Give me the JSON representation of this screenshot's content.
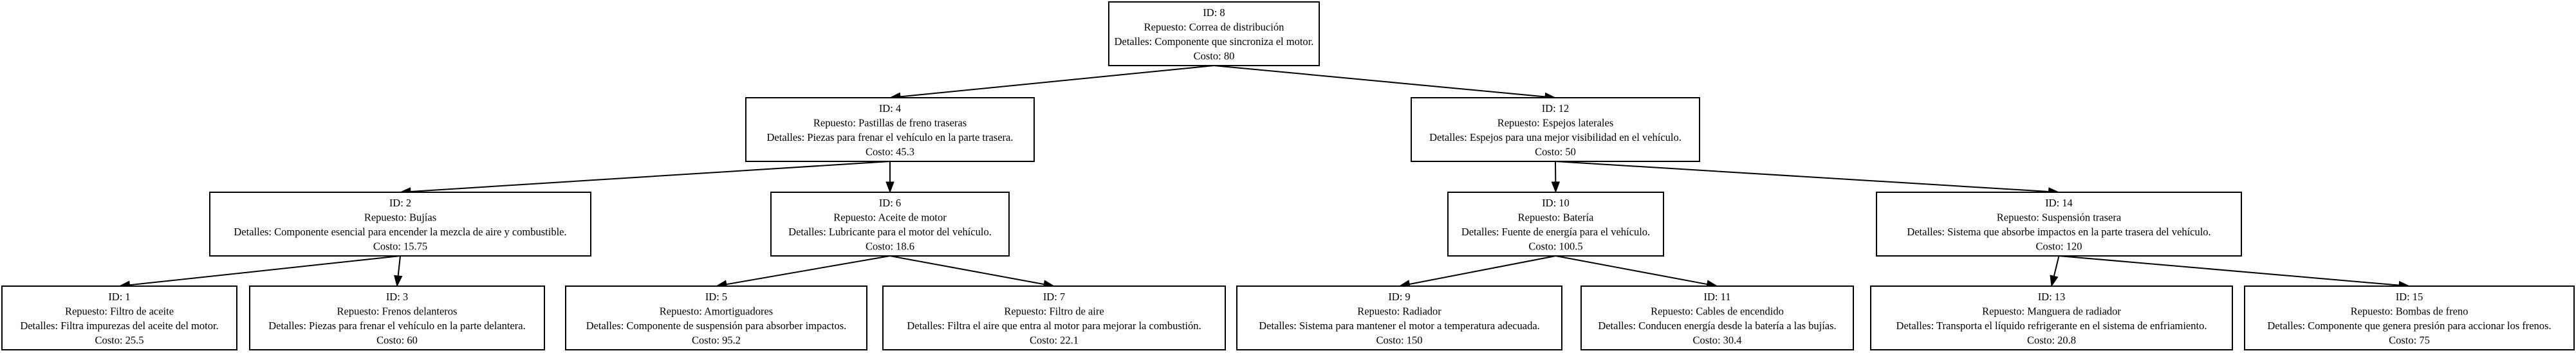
{
  "tree": {
    "labels": {
      "id": "ID:",
      "part": "Repuesto:",
      "details": "Detalles:",
      "cost": "Costo:"
    },
    "nodes": [
      {
        "id": "8",
        "part": "Correa de distribución",
        "details": "Componente que sincroniza el motor.",
        "cost": "80"
      },
      {
        "id": "4",
        "part": "Pastillas de freno traseras",
        "details": "Piezas para frenar el vehículo en la parte trasera.",
        "cost": "45.3"
      },
      {
        "id": "12",
        "part": "Espejos laterales",
        "details": "Espejos para una mejor visibilidad en el vehículo.",
        "cost": "50"
      },
      {
        "id": "2",
        "part": "Bujías",
        "details": "Componente esencial para encender la mezcla de aire y combustible.",
        "cost": "15.75"
      },
      {
        "id": "6",
        "part": "Aceite de motor",
        "details": "Lubricante para el motor del vehículo.",
        "cost": "18.6"
      },
      {
        "id": "10",
        "part": "Batería",
        "details": "Fuente de energía para el vehículo.",
        "cost": "100.5"
      },
      {
        "id": "14",
        "part": "Suspensión trasera",
        "details": "Sistema que absorbe impactos en la parte trasera del vehículo.",
        "cost": "120"
      },
      {
        "id": "1",
        "part": "Filtro de aceite",
        "details": "Filtra impurezas del aceite del motor.",
        "cost": "25.5"
      },
      {
        "id": "3",
        "part": "Frenos delanteros",
        "details": "Piezas para frenar el vehículo en la parte delantera.",
        "cost": "60"
      },
      {
        "id": "5",
        "part": "Amortiguadores",
        "details": "Componente de suspensión para absorber impactos.",
        "cost": "95.2"
      },
      {
        "id": "7",
        "part": "Filtro de aire",
        "details": "Filtra el aire que entra al motor para mejorar la combustión.",
        "cost": "22.1"
      },
      {
        "id": "9",
        "part": "Radiador",
        "details": "Sistema para mantener el motor a temperatura adecuada.",
        "cost": "150"
      },
      {
        "id": "11",
        "part": "Cables de encendido",
        "details": "Conducen energía desde la batería a las bujías.",
        "cost": "30.4"
      },
      {
        "id": "13",
        "part": "Manguera de radiador",
        "details": "Transporta el líquido refrigerante en el sistema de enfriamiento.",
        "cost": "20.8"
      },
      {
        "id": "15",
        "part": "Bombas de freno",
        "details": "Componente que genera presión para accionar los frenos.",
        "cost": "75"
      }
    ],
    "edges": [
      [
        "8",
        "4"
      ],
      [
        "8",
        "12"
      ],
      [
        "4",
        "2"
      ],
      [
        "4",
        "6"
      ],
      [
        "12",
        "10"
      ],
      [
        "12",
        "14"
      ],
      [
        "2",
        "1"
      ],
      [
        "2",
        "3"
      ],
      [
        "6",
        "5"
      ],
      [
        "6",
        "7"
      ],
      [
        "10",
        "9"
      ],
      [
        "10",
        "11"
      ],
      [
        "14",
        "13"
      ],
      [
        "14",
        "15"
      ]
    ]
  }
}
